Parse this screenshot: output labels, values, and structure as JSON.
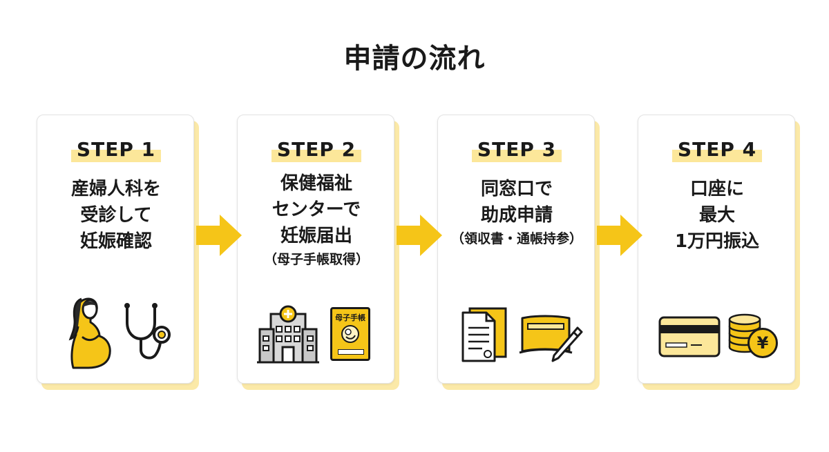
{
  "title": "申請の流れ",
  "steps": [
    {
      "label": "STEP 1",
      "lines": [
        "産婦人科を",
        "受診して",
        "妊娠確認"
      ],
      "note": ""
    },
    {
      "label": "STEP 2",
      "lines": [
        "保健福祉",
        "センターで",
        "妊娠届出"
      ],
      "note": "（母子手帳取得）",
      "booklet_text": "母子手帳"
    },
    {
      "label": "STEP 3",
      "lines": [
        "同窓口で",
        "助成申請"
      ],
      "note": "（領収書・通帳持参）"
    },
    {
      "label": "STEP 4",
      "lines": [
        "口座に",
        "最大",
        "1万円振込"
      ],
      "note": "",
      "coin_text": "¥"
    }
  ],
  "colors": {
    "accent": "#f5c518",
    "accent_light": "#fce79a",
    "card_shadow": "#fbe9a8",
    "text": "#1a1a1a"
  }
}
